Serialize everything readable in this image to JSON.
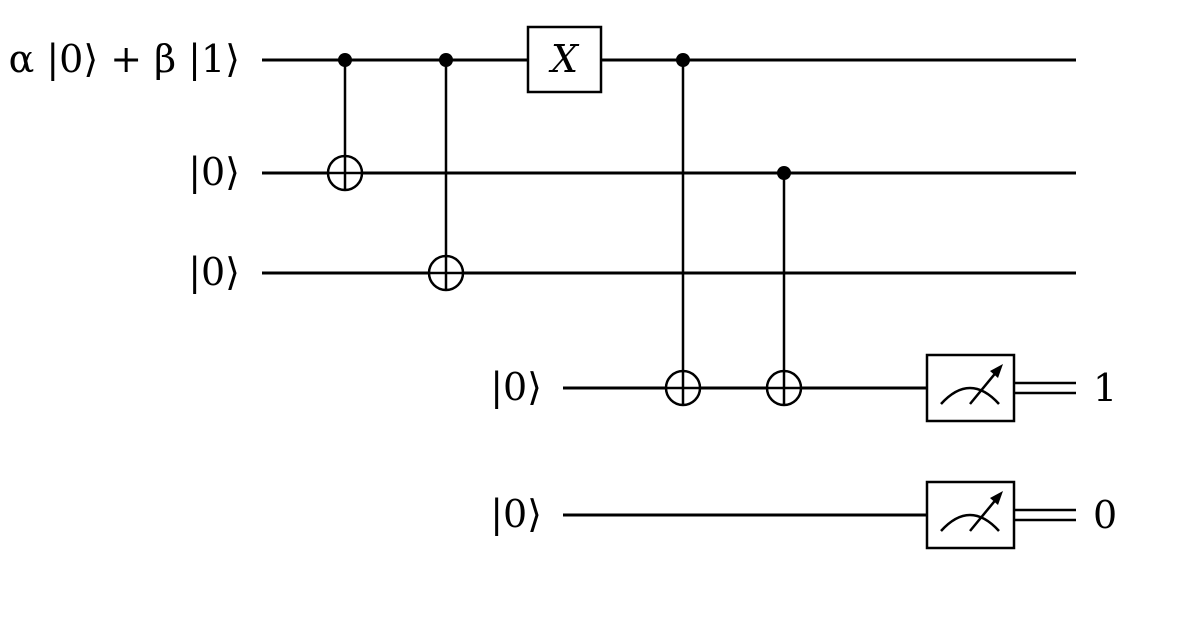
{
  "circuit": {
    "qubits": [
      {
        "label": "α |0⟩ + β |1⟩"
      },
      {
        "label": "|0⟩"
      },
      {
        "label": "|0⟩"
      },
      {
        "label": "|0⟩"
      },
      {
        "label": "|0⟩"
      }
    ],
    "gates": [
      {
        "type": "cnot",
        "control": 0,
        "target": 1
      },
      {
        "type": "cnot",
        "control": 0,
        "target": 2
      },
      {
        "type": "single",
        "qubit": 0,
        "label": "X"
      },
      {
        "type": "cnot",
        "control": 0,
        "target": 3
      },
      {
        "type": "cnot",
        "control": 1,
        "target": 3
      },
      {
        "type": "measure",
        "qubit": 3,
        "result": "1"
      },
      {
        "type": "measure",
        "qubit": 4,
        "result": "0"
      }
    ]
  }
}
